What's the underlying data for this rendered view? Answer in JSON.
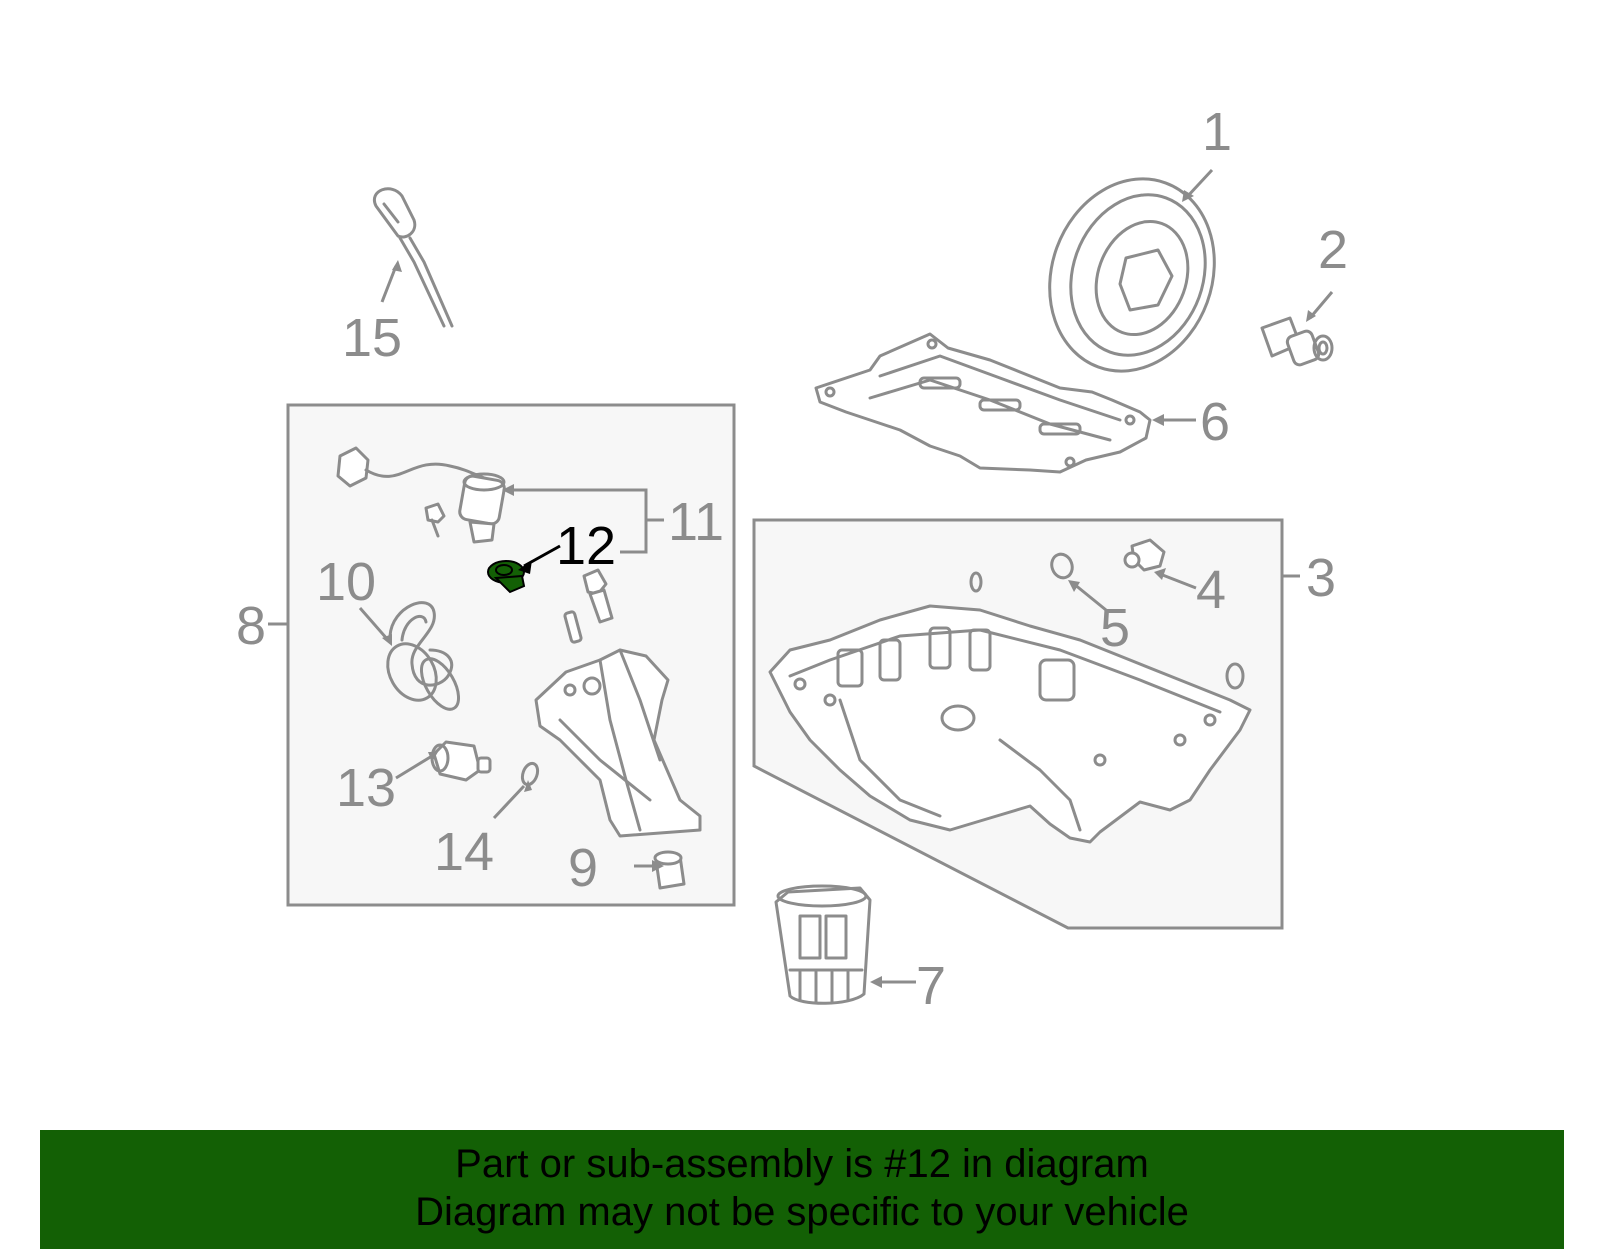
{
  "diagram": {
    "highlight_color": "#136005",
    "line_color": "#8c8c8c",
    "box_fill": "#f7f7f7",
    "callouts": {
      "c1": "1",
      "c2": "2",
      "c3": "3",
      "c4": "4",
      "c5": "5",
      "c6": "6",
      "c7": "7",
      "c8": "8",
      "c9": "9",
      "c10": "10",
      "c11": "11",
      "c12": "12",
      "c13": "13",
      "c14": "14",
      "c15": "15"
    },
    "highlighted_callout": "12"
  },
  "banner": {
    "background": "#136005",
    "line1": "Part or sub-assembly is #12 in diagram",
    "line2": "Diagram may not be specific to your vehicle"
  }
}
